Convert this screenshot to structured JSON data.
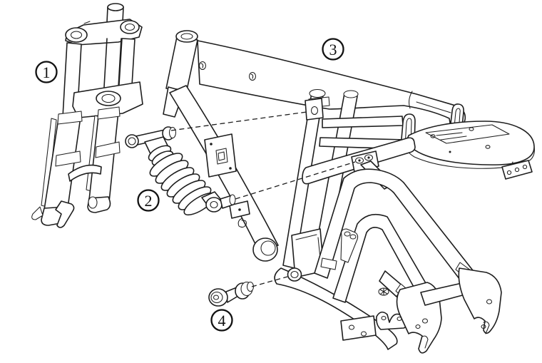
{
  "diagram": {
    "kind": "exploded-parts-line-drawing",
    "subject": "electric bike frame, suspension fork, rear shock and pivot hardware",
    "background_color": "#ffffff",
    "line_color": "#1e1e1e",
    "parts": [
      {
        "number": "1",
        "name": "front-suspension-fork"
      },
      {
        "number": "2",
        "name": "rear-coil-shock-absorber"
      },
      {
        "number": "3",
        "name": "main-frame-with-rear-rack"
      },
      {
        "number": "4",
        "name": "swingarm-pivot-bolt-bushings"
      }
    ],
    "leader_lines": [
      {
        "from": "rear-shock-top-mount",
        "to": "frame-upper-shock-bracket"
      },
      {
        "from": "rear-shock-bottom-eyelet",
        "to": "frame-lower-shock-mount"
      },
      {
        "from": "pivot-bolt",
        "to": "swingarm-pivot-hole"
      }
    ]
  }
}
